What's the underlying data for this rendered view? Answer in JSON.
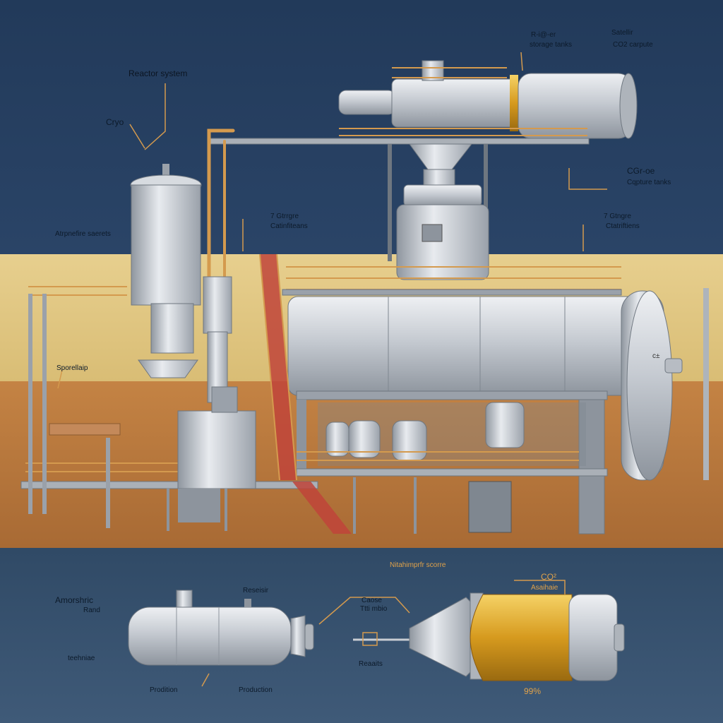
{
  "labels": {
    "reactor_system": "Reactor system",
    "cryo": "Cryo",
    "storage_tanks_a": "R-i@-er",
    "storage_tanks_b": "storage tanks",
    "satellite_a": "Satellir",
    "satellite_b": "CO2 carpute",
    "capture_a": "CGr-oe",
    "capture_b": "Cqpture tanks",
    "atmosphere": "Atrpnefire saerets",
    "centrifuge_left_a": "7 Gtrrgre",
    "centrifuge_left_b": "Catinfiteans",
    "centrifuge_right_a": "7 Gtngre",
    "centrifuge_right_b": "Ctatriftiens",
    "spreader": "Sporellaip",
    "nameplate": "c±",
    "nitrogen_score": "Nitahimprfr scorre",
    "amospheric_a": "Amorshric",
    "amospheric_b": "Rand",
    "reactor_small": "Reseisir",
    "technique": "teehniae",
    "prodition": "Prodition",
    "production": "Production",
    "cause_a": "Caose",
    "cause_b": "Ttti mbio",
    "results": "Reaaits",
    "co2_a": "CO²",
    "co2_b": "Asaihaie",
    "percent": "99%"
  },
  "colors": {
    "sky": "#223a5a",
    "band": "#e7cf8e",
    "ground": "#b5773c",
    "bottom_panel": "#3b5673",
    "steel": "#c9cdd3",
    "railing": "#d49a4e",
    "stairs": "#c0443a",
    "gold": "#d8a020"
  }
}
